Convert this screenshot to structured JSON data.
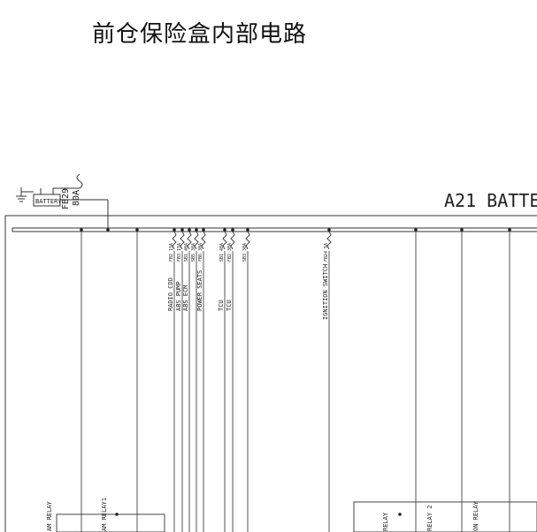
{
  "title": "前仓保险盒内部电路",
  "diagram": {
    "header_label": "A21 BATTE",
    "battery_label": "BATTERY",
    "main_fuse": {
      "id": "FB29",
      "rating": "80A"
    },
    "branches": [
      {
        "fuse": "FB2",
        "rating": "15A",
        "load": "RADIO_CDD"
      },
      {
        "fuse": "FB3",
        "rating": "15A",
        "load": "ABS PUMP"
      },
      {
        "fuse": "SB1",
        "rating": "40A",
        "load": "ABS ECM"
      },
      {
        "fuse": "SB5",
        "rating": "30A",
        "load": ""
      },
      {
        "fuse": "FB6",
        "rating": "30A",
        "load": "POWER SEATS"
      },
      {
        "fuse": "SB1",
        "rating": "40A",
        "load": "TCU"
      },
      {
        "fuse": "FB2",
        "rating": "30A",
        "load": "TCU"
      },
      {
        "fuse": "SB3",
        "rating": "30A",
        "load": ""
      },
      {
        "fuse": "FB24",
        "rating": "5A",
        "load": "IGNITION SWITCH"
      }
    ],
    "relays_left": [
      "AM RELAY",
      "AM RELAY1"
    ],
    "relays_right": [
      "RELAY",
      "RELAY 2",
      "ON RELAY"
    ]
  }
}
